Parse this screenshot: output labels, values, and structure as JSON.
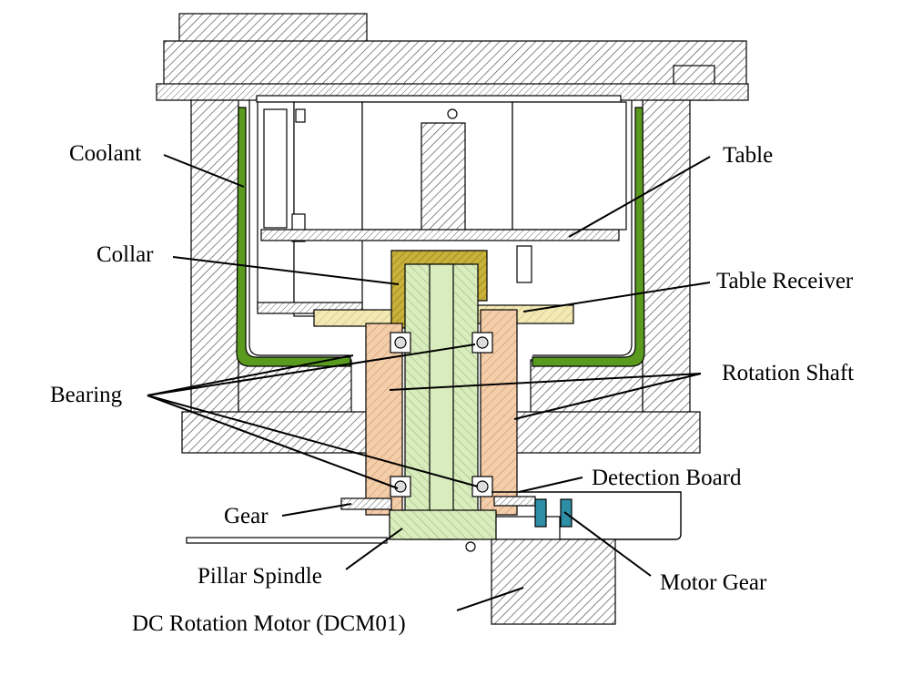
{
  "labels": {
    "coolant": "Coolant",
    "table": "Table",
    "collar": "Collar",
    "table_receiver": "Table Receiver",
    "rotation_shaft": "Rotation Shaft",
    "bearing": "Bearing",
    "detection_board": "Detection Board",
    "gear": "Gear",
    "pillar_spindle": "Pillar Spindle",
    "motor_gear": "Motor Gear",
    "dc_rotation_motor": "DC Rotation Motor (DCM01)"
  },
  "colors": {
    "coolant": "#5a9a1e",
    "collar": "#c9b13a",
    "table_receiver": "#f3e9b4",
    "rotation_shaft": "#f4cda9",
    "pillar_spindle": "#d9ecbd",
    "motor_gear": "#2e8ea5",
    "housing_hatch": "#ffffff"
  }
}
